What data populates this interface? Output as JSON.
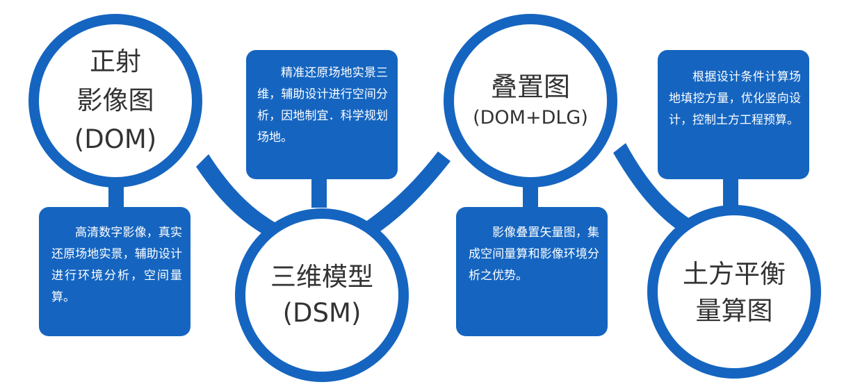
{
  "colors": {
    "accent": "#1565c0",
    "circle_fill": "#ffffff",
    "box_text": "#ffffff",
    "circle_text": "#333333"
  },
  "nodes": [
    {
      "lines": [
        "正射",
        "影像图",
        "(DOM)"
      ]
    },
    {
      "lines": [
        "三维模型",
        "(DSM)"
      ]
    },
    {
      "lines": [
        "叠置图",
        "(DOM+DLG)"
      ]
    },
    {
      "lines": [
        "土方平衡",
        "量算图"
      ]
    }
  ],
  "descriptions": [
    {
      "text": "高清数字影像，真实还原场地实景，辅助设计进行环境分析，空间量算。"
    },
    {
      "text": "精准还原场地实景三维，辅助设计进行空间分析，因地制宜．科学规划场地。"
    },
    {
      "text": "影像叠置矢量图，集成空间量算和影像环境分析之优势。"
    },
    {
      "text": "根据设计条件计算场地填挖方量，优化竖向设计，控制土方工程预算。"
    }
  ]
}
